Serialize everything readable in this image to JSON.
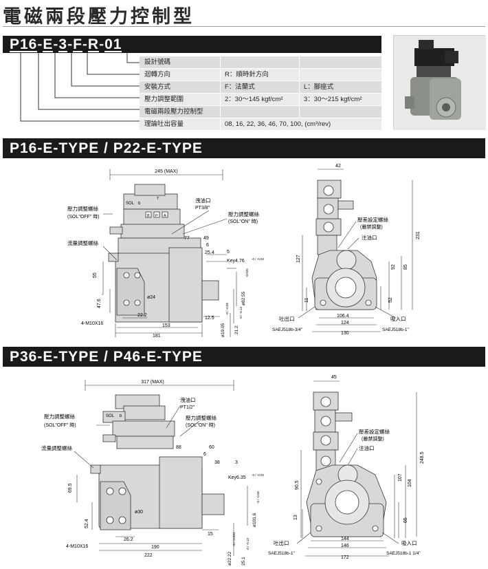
{
  "title": "電磁兩段壓力控制型",
  "model_code": {
    "parts": [
      "P16",
      "E",
      "3",
      "F",
      "R",
      "01"
    ],
    "separator": "-"
  },
  "spec_rows": [
    {
      "label": "設計號碼",
      "col1": "",
      "col2": ""
    },
    {
      "label": "迴轉方向",
      "col1": "R：順時針方向",
      "col2": ""
    },
    {
      "label": "安裝方式",
      "col1": "F：法蘭式",
      "col2": "L：腳座式"
    },
    {
      "label": "壓力調整範圍",
      "col1": "2：30～145 kgf/cm²",
      "col2": "3：30～215 kgf/cm²"
    },
    {
      "label": "電磁兩段壓力控制型",
      "col1": "",
      "col2": ""
    },
    {
      "label": "理論吐出容量",
      "col1": "08, 16, 22, 36, 46, 70, 100, (cm³/rev)",
      "col2": ""
    }
  ],
  "section1": {
    "heading": "P16-E-TYPE / P22-E-TYPE",
    "side": {
      "dim_max": "245 (MAX)",
      "labels": {
        "adj_off": "壓力調整螺絲",
        "adj_off_sub": "(SOL\"OFF\" 時)",
        "drain": "洩油口",
        "drain_sub": "PT3/8\"",
        "adj_on": "壓力調整螺絲",
        "adj_on_sub": "(SOL\"ON\" 時)",
        "flow": "流量調整螺絲",
        "sol": "SOL",
        "b": "b",
        "tank": "T",
        "bport": "B",
        "pport": "P",
        "aport": "A",
        "bolts": "4-M10X16",
        "key": "Key4.76",
        "key_tol": "-0 / -0.02",
        "shaft_tol": "-0.025",
        "shaft": "ø82.55",
        "shaft_dia": "ø19.05",
        "shaft_dia_tol": "-0 / -0.05",
        "key_ht": "21.2",
        "key_ht_tol": "-0 / -0.13",
        "ann_77": "77",
        "ann_6": "6",
        "ann_49": "49",
        "ann_5": "5",
        "ann_25_4": "25.4"
      },
      "dims": {
        "d55": "55",
        "d47_6": "47.6",
        "d22_2": "22.2",
        "d153": "153",
        "d181": "181",
        "d12_5": "12.5",
        "d24": "ø24"
      }
    },
    "end": {
      "labels": {
        "relief": "壓差設定螺絲",
        "relief_sub": "(嚴禁調整)",
        "fill": "注油口",
        "outlet": "吐出口",
        "outlet_sub": "SAEJ518b-3/4\"",
        "inlet": "吸入口",
        "inlet_sub": "SAEJ518b-1\""
      },
      "dims": {
        "d42": "42",
        "d231": "231",
        "d127": "127",
        "d92": "92",
        "d85": "85",
        "d52": "52",
        "d11": "11",
        "d106_4": "106.4",
        "d124": "124",
        "d130": "130"
      }
    }
  },
  "section2": {
    "heading": "P36-E-TYPE / P46-E-TYPE",
    "side": {
      "dim_max": "317 (MAX)",
      "labels": {
        "adj_off": "壓力調整螺絲",
        "adj_off_sub": "(SOL\"OFF\" 時)",
        "drain": "洩油口",
        "drain_sub": "PT1/2\"",
        "adj_on": "壓力調整螺絲",
        "adj_on_sub": "(SOL\"ON\" 時)",
        "flow": "流量調整螺絲",
        "sol": "SOL",
        "b": "b",
        "bolts": "4-M10X16",
        "key": "Key6.35",
        "key_tol": "-0 / -0.02",
        "shaft": "ø101.6",
        "shaft_tol": "-0 / -0.05",
        "shaft_dia": "ø22.22",
        "shaft_dia_tol": "-0 / -0.021",
        "key_ht": "25.1",
        "key_ht_tol": "-0 / -0.13",
        "ann_88": "88",
        "ann_60": "60",
        "ann_6": "6",
        "ann_38": "38",
        "ann_3": "3"
      },
      "dims": {
        "d69_5": "69.5",
        "d52_4": "52.4",
        "d26_2": "26.2",
        "d190": "190",
        "d222": "222",
        "d15": "15",
        "d30": "ø30"
      }
    },
    "end": {
      "labels": {
        "relief": "壓差設定螺絲",
        "relief_sub": "(嚴禁調整)",
        "fill": "注油口",
        "outlet": "吐出口",
        "outlet_sub": "SAEJ518b-1\"",
        "inlet": "吸入口",
        "inlet_sub": "SAEJ518b-1 1/4\""
      },
      "dims": {
        "d45": "45",
        "d248_5": "248.5",
        "d90_5": "90.5",
        "d107": "107",
        "d104": "104",
        "d65": "65",
        "d13": "13",
        "d144": "144",
        "d146": "146",
        "d172": "172"
      }
    }
  },
  "colors": {
    "bar": "#1a1a1a",
    "body": "#d5d5d5",
    "line": "#333333"
  }
}
